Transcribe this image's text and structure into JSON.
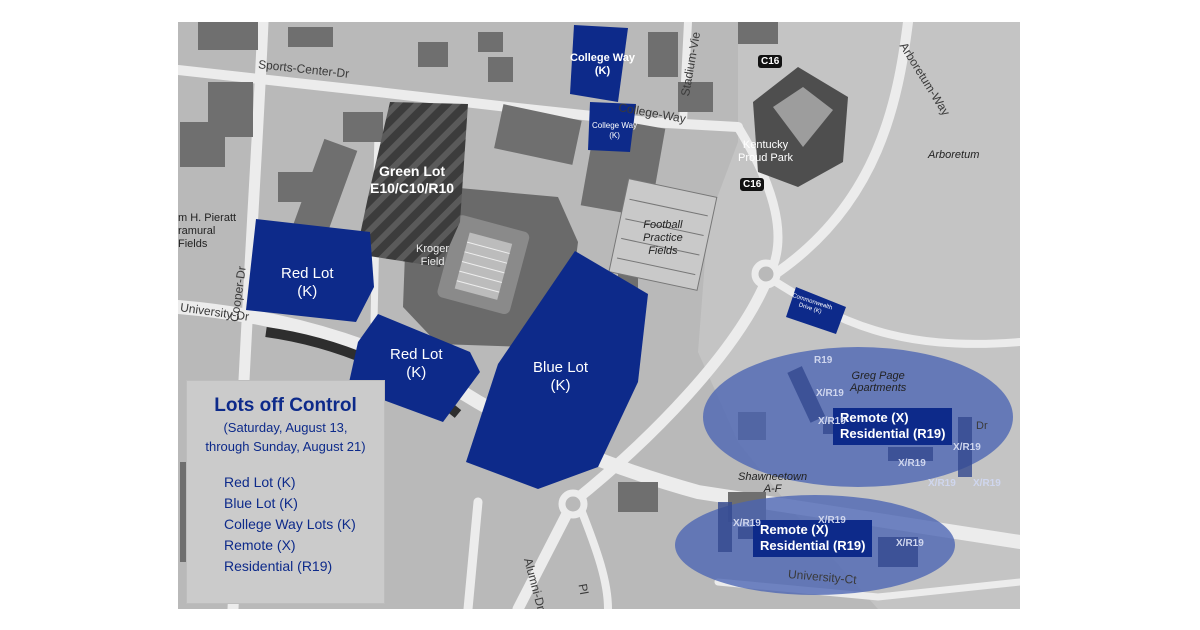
{
  "lots": {
    "green": {
      "name": "Green Lot",
      "code": "E10/C10/R10"
    },
    "red_1": {
      "name": "Red Lot",
      "code": "(K)"
    },
    "red_2": {
      "name": "Red Lot",
      "code": "(K)"
    },
    "blue": {
      "name": "Blue Lot",
      "code": "(K)"
    },
    "college_way_1": {
      "name": "College Way",
      "code": "(K)"
    },
    "college_way_2": {
      "name": "College Way",
      "code": "(K)"
    },
    "commonwealth": {
      "name": "Commonwealth",
      "code": "Drive (K)"
    }
  },
  "zones": {
    "greg_page": {
      "name": "Greg Page",
      "name2": "Apartments",
      "line1": "Remote (X)",
      "line2": "Residential (R19)"
    },
    "shawneetown": {
      "name": "Shawneetown",
      "name2": "A-F",
      "line1": "Remote (X)",
      "line2": "Residential (R19)"
    }
  },
  "places": {
    "kroger": {
      "line1": "Kroger",
      "line2": "Field"
    },
    "football": {
      "line1": "Football",
      "line2": "Practice",
      "line3": "Fields"
    },
    "kentucky": {
      "line1": "Kentucky",
      "line2": "Proud Park"
    },
    "arboretum": "Arboretum",
    "intramural": {
      "line1": "m H. Pieratt",
      "line2": "ramural",
      "line3": "Fields"
    }
  },
  "streets": {
    "sports_center": "Sports-Center-Dr",
    "college_way": "College-Way",
    "stadium_view": "Stadium-Vie",
    "arboretum_way": "Arboretum-Way",
    "cooper": "Cooper-Dr",
    "university_dr": "University-Dr",
    "university_ct": "University-Ct",
    "alumni": "Alumni-Dr",
    "lime": "Pl",
    "gr_dr": "Dr"
  },
  "chips": {
    "c16_top": "C16",
    "c16_bottom": "C16"
  },
  "residential_marks": [
    "R19",
    "X/R19",
    "X/R19",
    "X/R19",
    "X/R19",
    "X/R19",
    "X/R19",
    "X/R19",
    "X/R19",
    "X/R19"
  ],
  "legend": {
    "title": "Lots off Control",
    "subtitle_1": "(Saturday, August 13,",
    "subtitle_2": "through Sunday, August 21)",
    "items": [
      "Red Lot (K)",
      "Blue Lot (K)",
      "College Way Lots (K)",
      "Remote (X)",
      "Residential (R19)"
    ]
  },
  "colors": {
    "lot_blue": "#0d2a8a",
    "zone_blue": "#4a64b4",
    "map_gray": "#b9b9b9",
    "road": "#ececec",
    "building": "#6f6f6f"
  }
}
